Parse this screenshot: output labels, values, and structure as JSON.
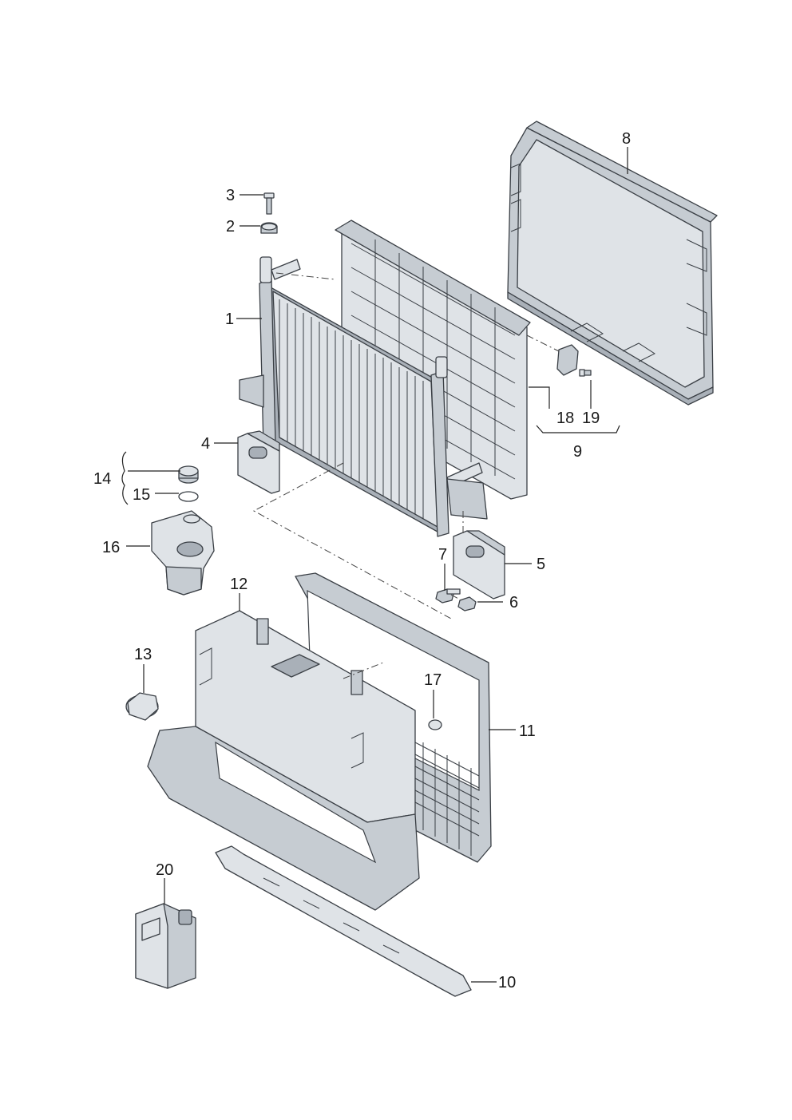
{
  "diagram": {
    "callouts": [
      "1",
      "2",
      "3",
      "4",
      "5",
      "6",
      "7",
      "8",
      "9",
      "10",
      "11",
      "12",
      "13",
      "14",
      "15",
      "16",
      "17",
      "18",
      "19",
      "20"
    ]
  },
  "colors": {
    "part_light": "#dfe3e7",
    "part_mid": "#c6ccd2",
    "part_dark": "#a9b0b8",
    "outline": "#3a3f45"
  }
}
